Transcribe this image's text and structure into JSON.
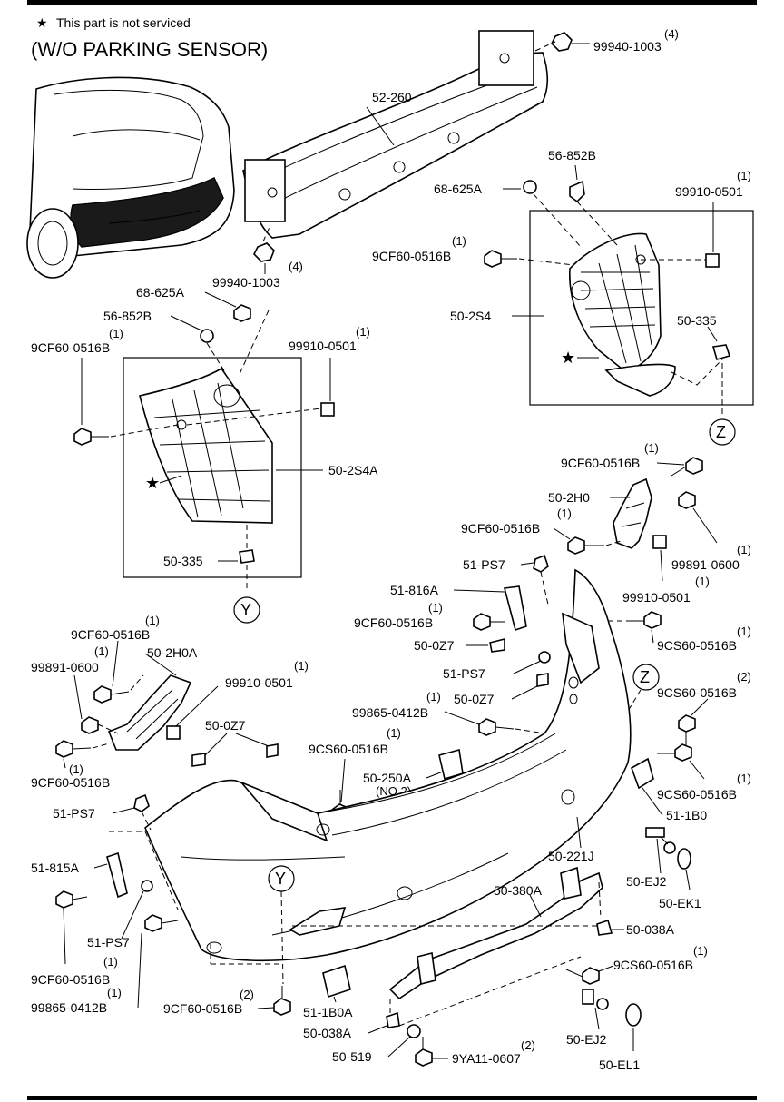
{
  "legend": {
    "star": "★",
    "note": "This part is not serviced"
  },
  "title": "(W/O PARKING SENSOR)",
  "labels": {
    "l01": "99940-1003",
    "q01": "(4)",
    "l02": "52-260",
    "l03": "56-852B",
    "l04": "68-625A",
    "l05": "99910-0501",
    "q05": "(1)",
    "l06": "9CF60-0516B",
    "q06": "(1)",
    "l07": "99940-1003",
    "q07": "(4)",
    "l08": "68-625A",
    "l09": "56-852B",
    "l10": "9CF60-0516B",
    "q10": "(1)",
    "l11": "99910-0501",
    "q11": "(1)",
    "l12": "50-2S4",
    "l13": "50-335",
    "l14": "50-2S4A",
    "l15": "50-335",
    "l16": "9CF60-0516B",
    "q16": "(1)",
    "l17": "50-2H0",
    "l18": "9CF60-0516B",
    "q18": "(1)",
    "l19": "99891-0600",
    "q19": "(1)",
    "l20": "51-PS7",
    "l21": "99910-0501",
    "q21": "(1)",
    "l22": "51-816A",
    "l23": "9CF60-0516B",
    "q23": "(1)",
    "l24": "50-0Z7",
    "l25": "9CS60-0516B",
    "q25": "(1)",
    "l26": "9CF60-0516B",
    "q26": "(1)",
    "l27": "99891-0600",
    "q27": "(1)",
    "l28": "50-2H0A",
    "l29": "99910-0501",
    "q29": "(1)",
    "l30": "51-PS7",
    "l31": "50-0Z7",
    "l32": "9CS60-0516B",
    "q32": "(2)",
    "l33": "99865-0412B",
    "q33": "(1)",
    "l34": "50-0Z7",
    "l35": "9CS60-0516B",
    "q35": "(1)",
    "l36": "9CF60-0516B",
    "q36": "(1)",
    "l37": "50-250A",
    "l37b": "(NO.2)",
    "l38": "9CS60-0516B",
    "q38": "(1)",
    "l39": "51-PS7",
    "l40": "51-1B0",
    "l41": "51-815A",
    "l42": "50-221J",
    "l43": "50-EJ2",
    "l44": "50-EK1",
    "l45": "50-380A",
    "l46": "51-PS7",
    "l47": "50-038A",
    "l48": "9CF60-0516B",
    "q48": "(1)",
    "l49": "9CS60-0516B",
    "q49": "(1)",
    "l50": "99865-0412B",
    "q50": "(1)",
    "l51": "9CF60-0516B",
    "q51": "(2)",
    "l52": "51-1B0A",
    "l53": "50-038A",
    "l54": "50-EJ2",
    "l55": "50-519",
    "l56": "9YA11-0607",
    "q56": "(2)",
    "l57": "50-EL1"
  },
  "refs": {
    "z": "Z",
    "y": "Y"
  }
}
